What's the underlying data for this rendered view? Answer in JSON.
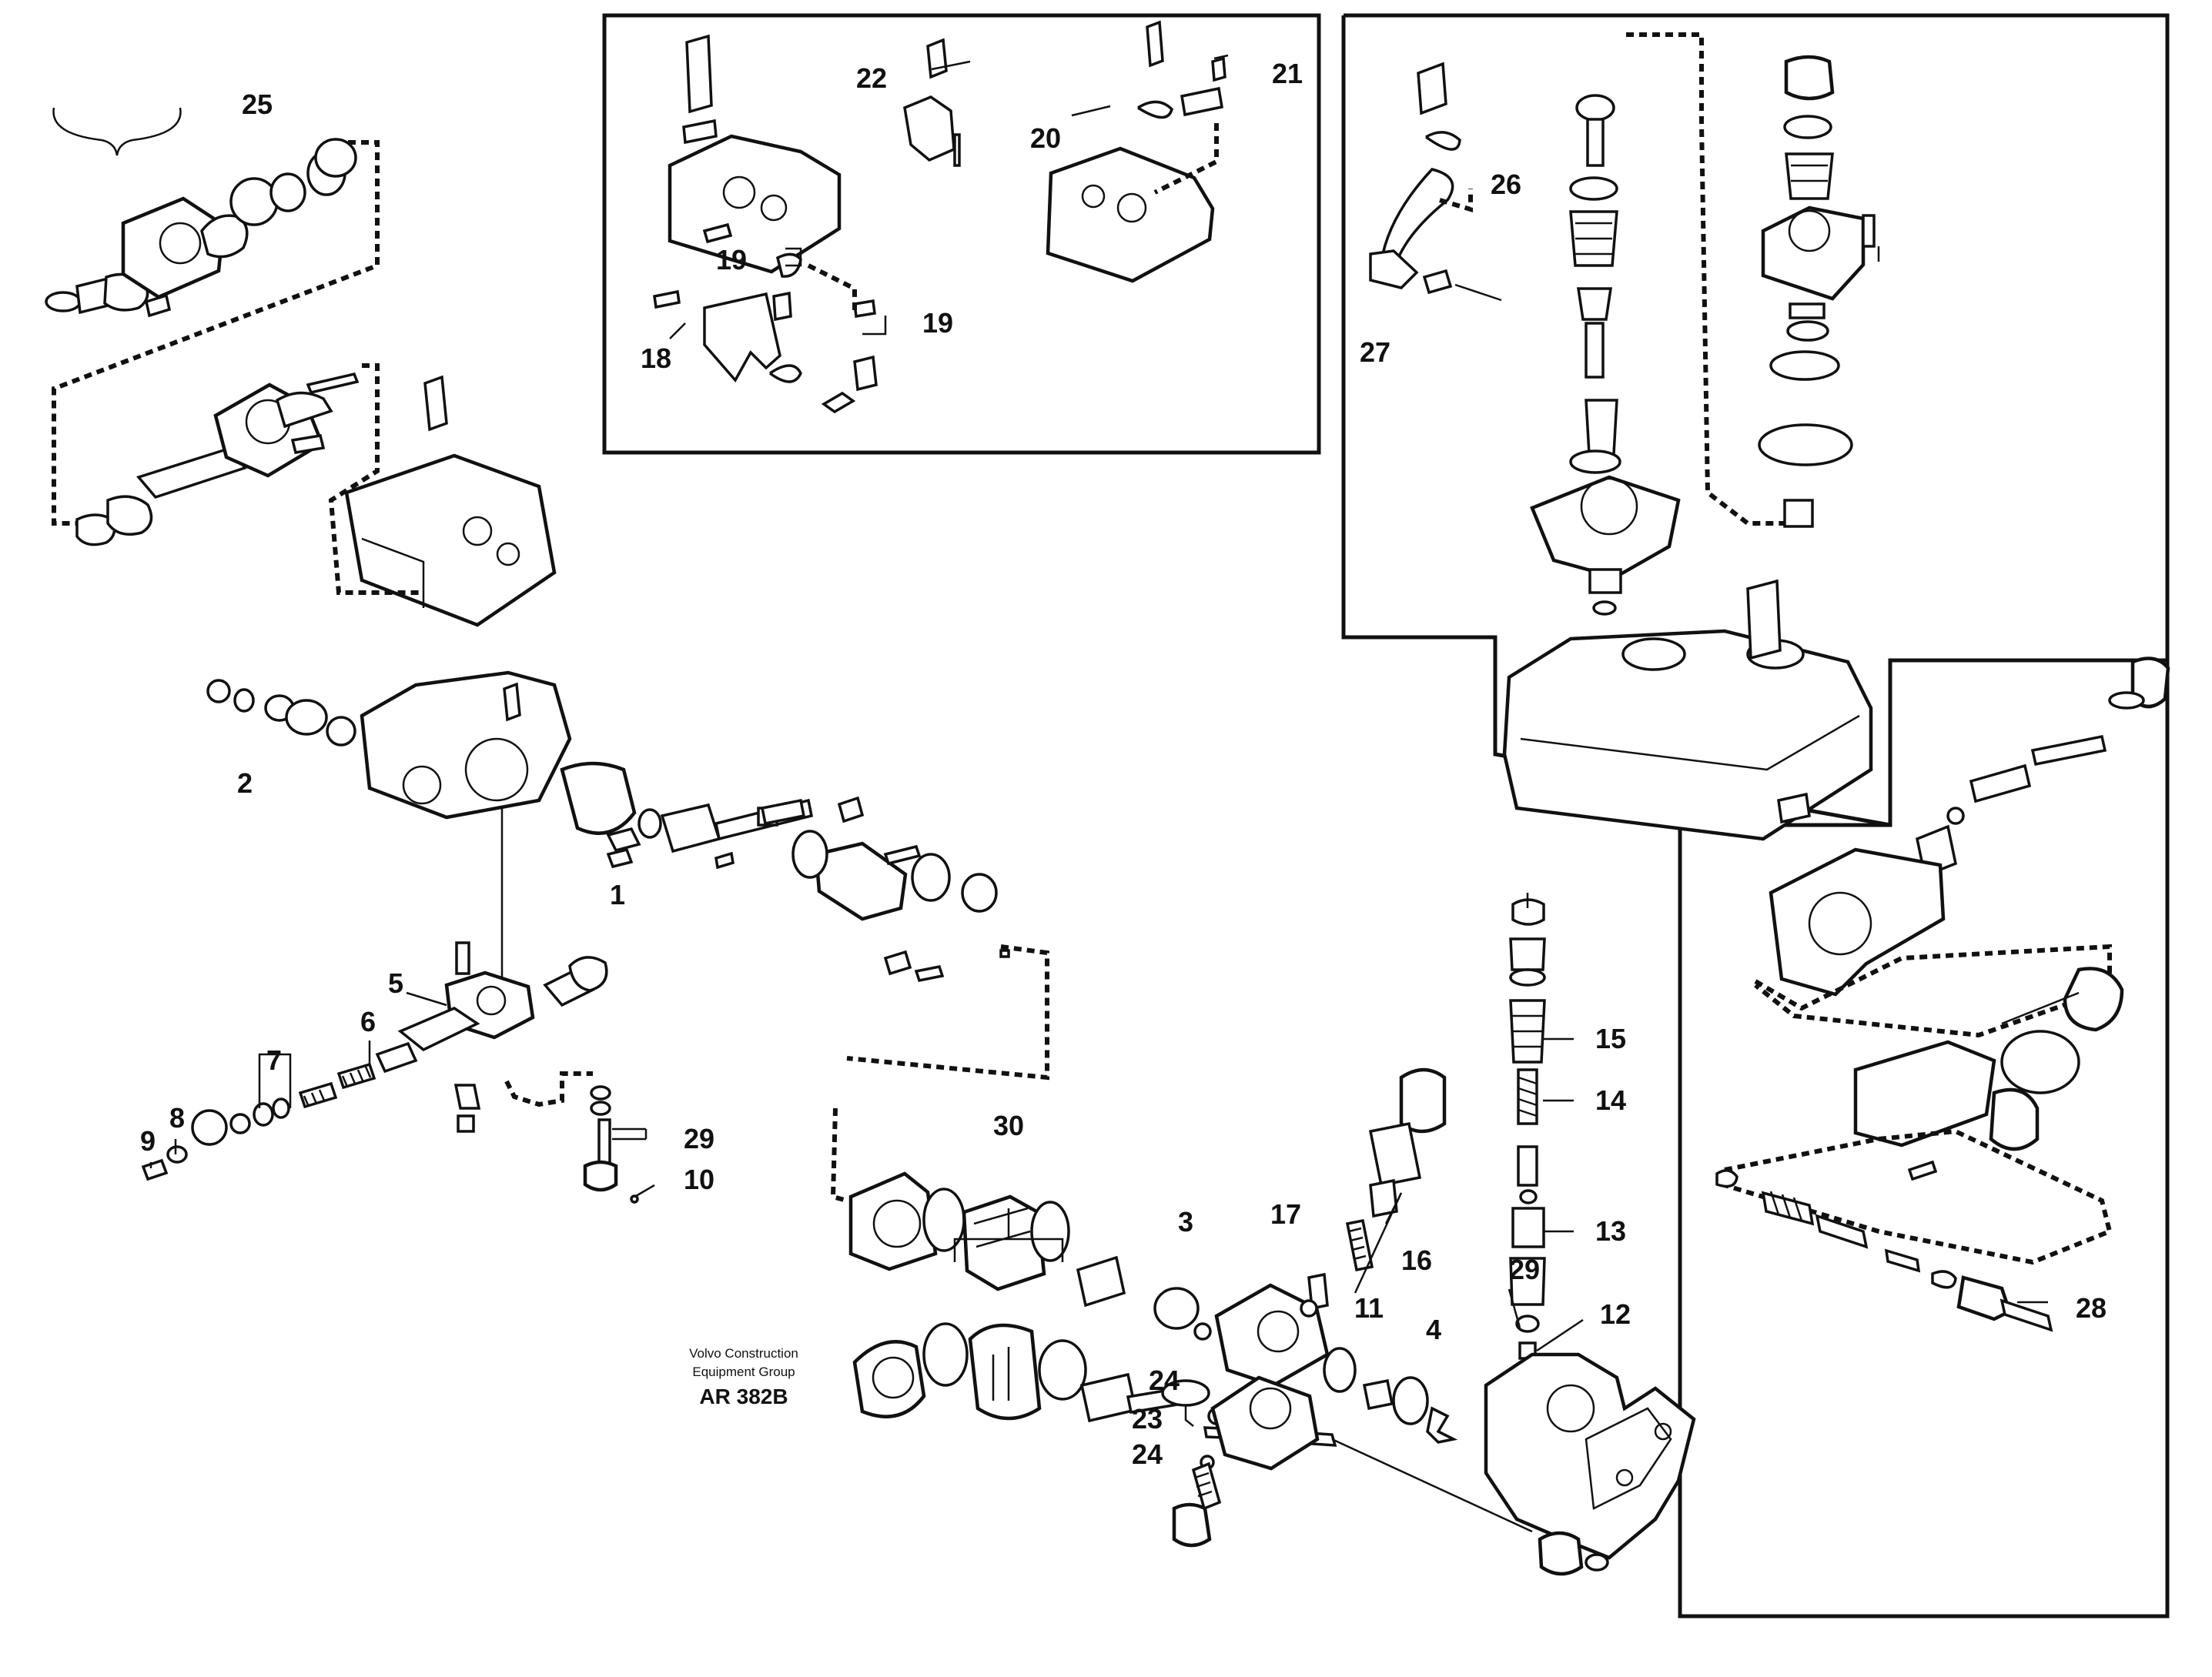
{
  "diagram": {
    "callouts": {
      "c1": "1",
      "c2": "2",
      "c3": "3",
      "c4": "4",
      "c5": "5",
      "c6": "6",
      "c7": "7",
      "c8": "8",
      "c9": "9",
      "c10": "10",
      "c11": "11",
      "c12": "12",
      "c13": "13",
      "c14": "14",
      "c15": "15",
      "c16": "16",
      "c17": "17",
      "c18": "18",
      "c19a": "19",
      "c19b": "19",
      "c20": "20",
      "c21": "21",
      "c22": "22",
      "c23": "23",
      "c24a": "24",
      "c24b": "24",
      "c25": "25",
      "c26": "26",
      "c27": "27",
      "c28": "28",
      "c29a": "29",
      "c29b": "29",
      "c30": "30"
    },
    "caption": {
      "line1": "Volvo Construction",
      "line2": "Equipment Group",
      "code": "AR 382B"
    }
  }
}
